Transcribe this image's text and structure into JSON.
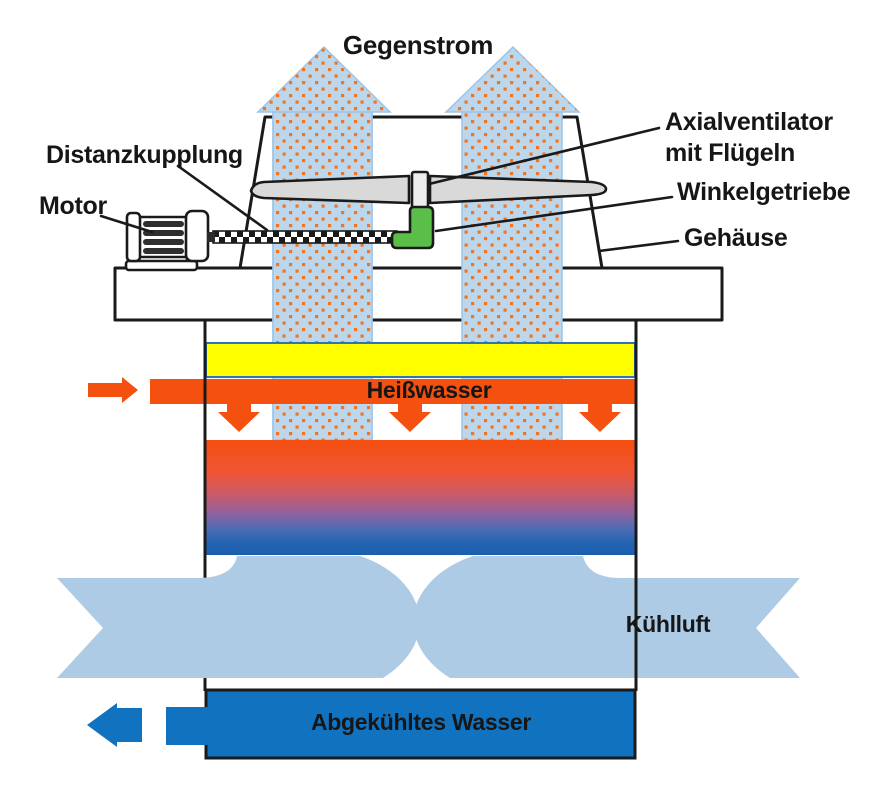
{
  "labels": {
    "flow_top": "Gegenstrom",
    "coupling": "Distanzkupplung",
    "motor": "Motor",
    "fan_line1": "Axialventilator",
    "fan_line2": "mit Flügeln",
    "gearbox": "Winkelgetriebe",
    "housing": "Gehäuse",
    "hot_water": "Heißwasser",
    "cooling_air": "Kühlluft",
    "cooled_water": "Abgekühltes Wasser"
  },
  "colors": {
    "line_black": "#1a1a1a",
    "arrow_blue_fill": "#BCD7EC",
    "arrow_blue_edge": "#9DC3E6",
    "dot_orange": "#F4731E",
    "orange": "#F4500F",
    "yellow": "#FFFF00",
    "yellow_border": "#2E75B6",
    "ribbon_blue": "#AECBE6",
    "water_blue": "#1173BF",
    "gear_green": "#5BBE49",
    "fan_gray": "#D9D9D9",
    "hub_gray": "#EDEDED",
    "gradient_top": "#F44E10",
    "gradient_mid": "#93619D",
    "gradient_bottom": "#1A5FAE"
  }
}
